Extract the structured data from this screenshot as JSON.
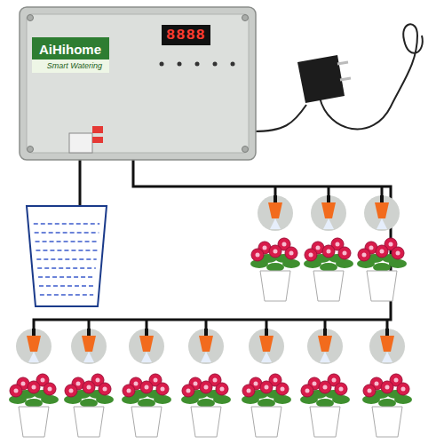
{
  "diagram": {
    "nodes": [
      {
        "text": [
          "AiHihome",
          "Smart Watering"
        ]
      }
    ],
    "labels": [
      "8888"
    ]
  }
}
